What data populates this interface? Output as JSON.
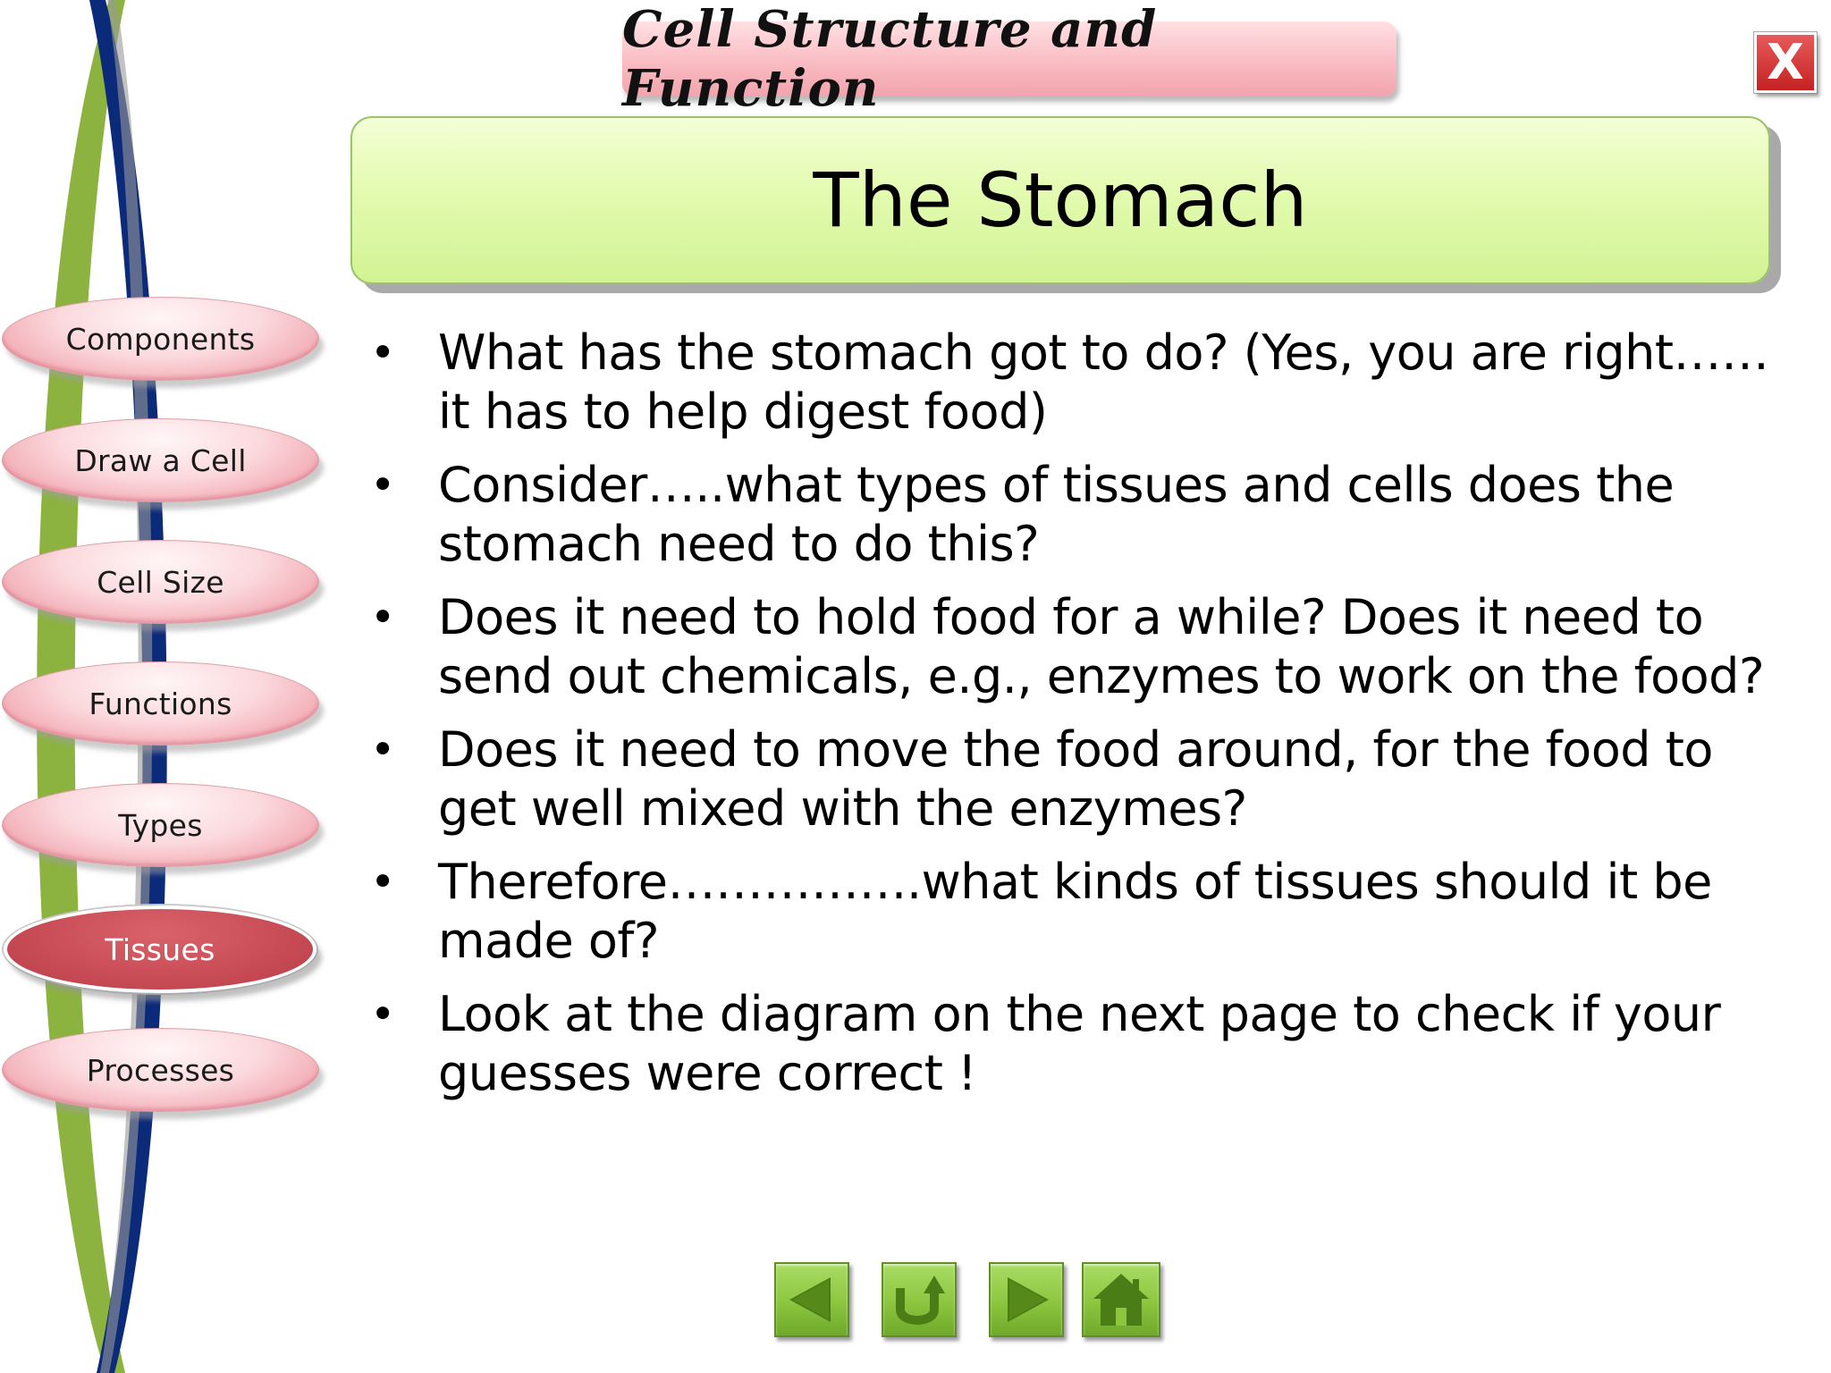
{
  "header": {
    "banner_title": "Cell Structure and Function",
    "close_label": "X"
  },
  "sidebar": {
    "items": [
      {
        "label": "Components",
        "active": false
      },
      {
        "label": "Draw a Cell",
        "active": false
      },
      {
        "label": "Cell Size",
        "active": false
      },
      {
        "label": "Functions",
        "active": false
      },
      {
        "label": "Types",
        "active": false
      },
      {
        "label": "Tissues",
        "active": true
      },
      {
        "label": "Processes",
        "active": false
      }
    ]
  },
  "slide": {
    "title": "The Stomach",
    "bullets": [
      "What has the stomach got to do? (Yes, you are right……it has to help digest food)",
      "Consider…..what types of tissues and cells does the stomach need to do this?",
      "Does it need to hold food for a while? Does it need to send out chemicals, e.g., enzymes to work on the food?",
      "Does it need to move the food around, for the food to get well mixed with the enzymes?",
      "Therefore…………….what kinds of tissues should it be made of?",
      "Look at the diagram on the next page to check if your guesses were correct !"
    ]
  },
  "bottom_nav": {
    "buttons": [
      {
        "icon": "arrow-left-icon"
      },
      {
        "icon": "return-icon"
      },
      {
        "icon": "arrow-right-icon"
      },
      {
        "icon": "home-icon"
      }
    ]
  },
  "colors": {
    "active_nav": "#c94d57",
    "nav_pill": "#fbd9dd",
    "title_box": "#e3fbb0",
    "button_green": "#8cc63f",
    "arc_green": "#8cb33f",
    "arc_blue": "#0b2a7a",
    "close_red": "#c42222"
  }
}
